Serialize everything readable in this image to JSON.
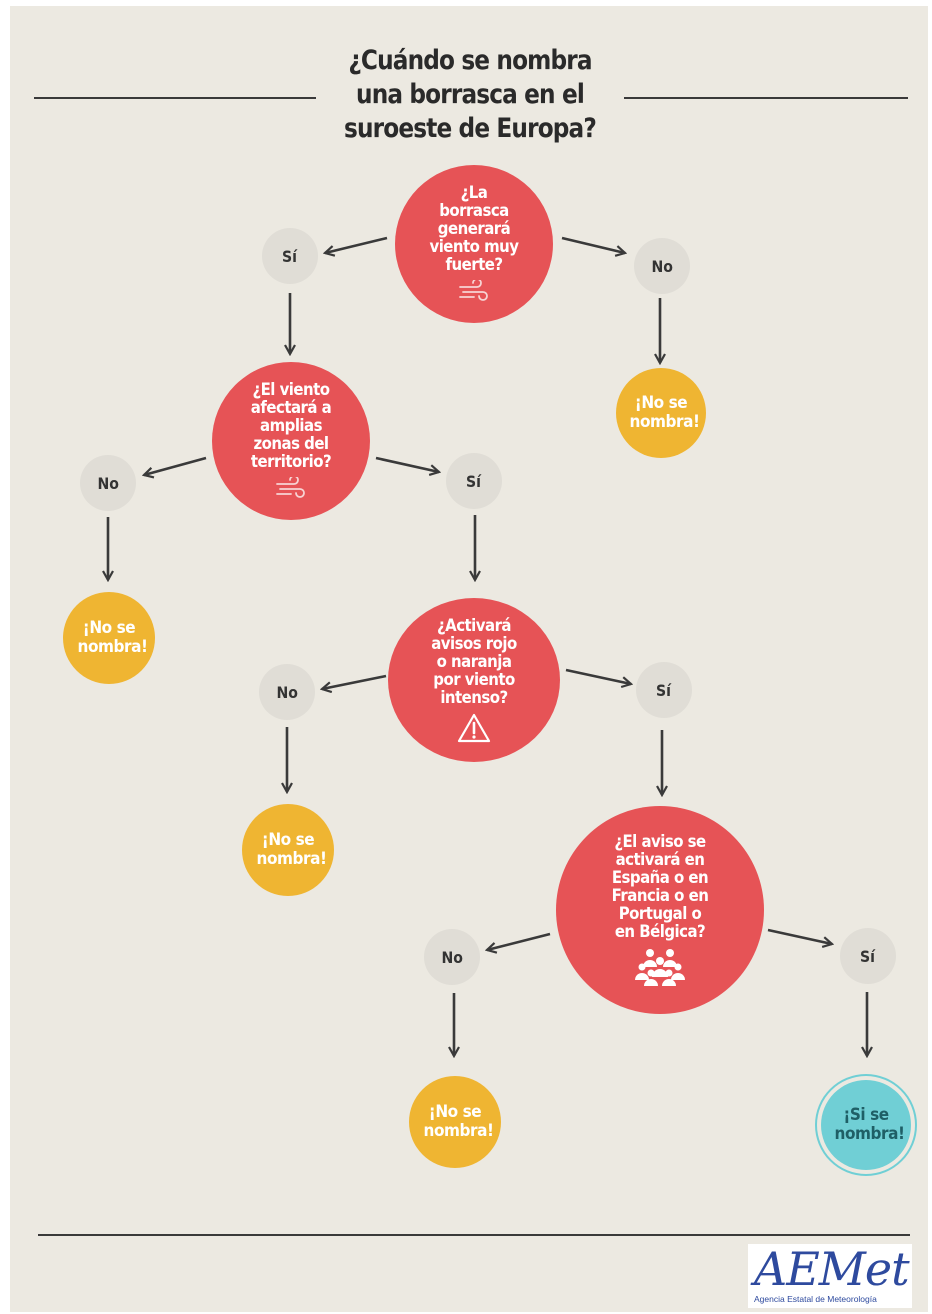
{
  "title": "¿Cuándo se nombra una borrasca en el suroeste de Europa?",
  "questions": {
    "q1": "¿La borrasca generará viento muy fuerte?",
    "q2": "¿El viento afectará a amplias zonas del territorio?",
    "q3": "¿Activará avisos rojo o naranja por viento intenso?",
    "q4": "¿El aviso se activará en España o en Francia o en Portugal o en Bélgica?"
  },
  "answers": {
    "yes": "Sí",
    "no": "No"
  },
  "results": {
    "not_named": "¡No se nombra!",
    "named": "¡Si se nombra!"
  },
  "icons": {
    "q1": "wind-icon",
    "q2": "wind-icon",
    "q3": "warning-triangle-icon",
    "q4": "people-group-icon"
  },
  "logo": {
    "wordmark": "AEMet",
    "subtitle": "Agencia Estatal de Meteorología"
  },
  "colors": {
    "background": "#ece9e1",
    "question": "#e65356",
    "answer": "#e0ddd6",
    "not_named": "#efb532",
    "named": "#70cfd5",
    "text_dark": "#2a2a2a"
  }
}
